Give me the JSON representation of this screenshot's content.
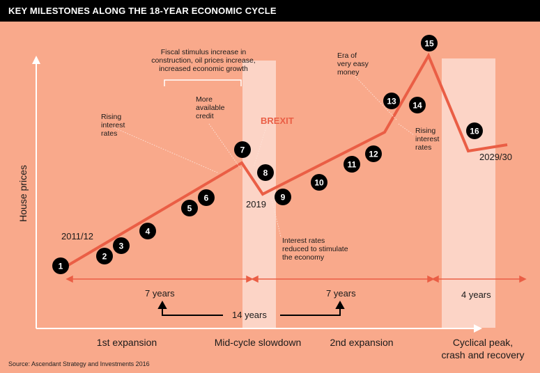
{
  "header": {
    "title": "KEY MILESTONES ALONG THE 18-YEAR ECONOMIC CYCLE"
  },
  "chart_data": {
    "type": "line",
    "title": "KEY MILESTONES ALONG THE 18-YEAR ECONOMIC CYCLE",
    "ylabel": "House prices",
    "xlabel": "",
    "years_cycle": 18,
    "series": [
      {
        "values": [
          {
            "milestone": 1,
            "relative_year": 0
          },
          {
            "milestone": 7,
            "relative_year": 7
          },
          {
            "milestone": 9,
            "relative_year": 7.4
          },
          {
            "milestone": 13,
            "relative_year": 12.6
          },
          {
            "milestone": 15,
            "relative_year": 14
          },
          {
            "milestone": 16,
            "relative_year": 16
          },
          {
            "milestone": null,
            "relative_year": 18
          }
        ]
      }
    ],
    "milestones": [
      "1",
      "2",
      "3",
      "4",
      "5",
      "6",
      "7",
      "8",
      "9",
      "10",
      "11",
      "12",
      "13",
      "14",
      "15",
      "16"
    ],
    "year_labels": [
      "2011/12",
      "2019",
      "2029/30"
    ],
    "phases": [
      "1st expansion",
      "Mid-cycle slowdown",
      "2nd expansion",
      "Cyclical peak,\ncrash and recovery"
    ],
    "phase_lines": [
      [
        "1st expansion"
      ],
      [
        "Mid-cycle slowdown"
      ],
      [
        "2nd expansion"
      ],
      [
        "Cyclical peak,",
        "crash and recovery"
      ]
    ],
    "durations": [
      "7 years",
      "7 years",
      "4 years",
      "14 years"
    ],
    "annotations": {
      "fiscal": [
        "Fiscal stimulus increase in",
        "construction, oil prices increase,",
        "increased economic growth"
      ],
      "credit": [
        "More",
        "available",
        "credit"
      ],
      "rising1": [
        "Rising",
        "interest",
        "rates"
      ],
      "brexit": "BREXIT",
      "easy_money": [
        "Era of",
        "very easy",
        "money"
      ],
      "rising2": [
        "Rising",
        "interest",
        "rates"
      ],
      "reduced": [
        "Interest rates",
        "reduced to stimulate",
        "the economy"
      ]
    },
    "colors": {
      "background": "#f9a98b",
      "line": "#ea5e45",
      "band": "#fcd4c6",
      "marker": "#000000",
      "brexit": "#ea5e45"
    },
    "source": "Source: Ascendant Strategy and Investments 2016"
  }
}
